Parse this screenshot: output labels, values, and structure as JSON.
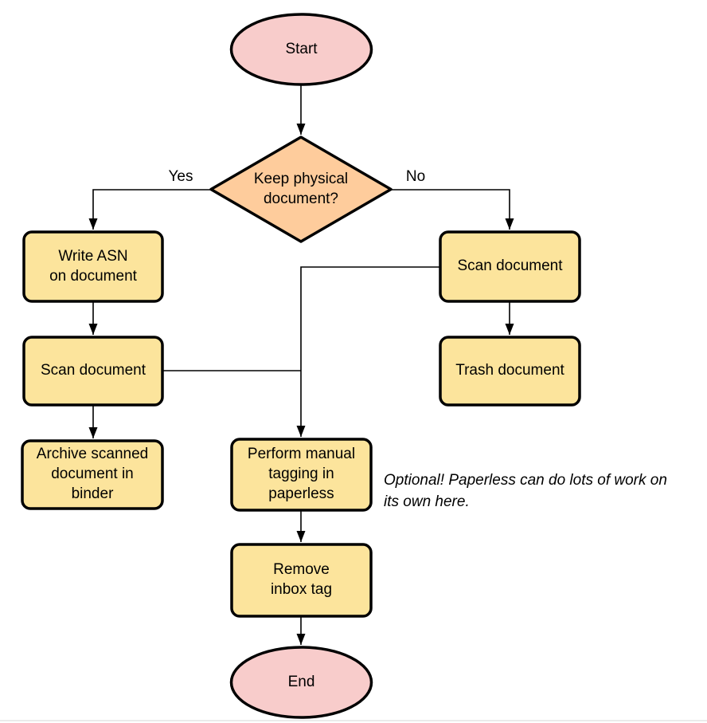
{
  "diagram": {
    "type": "flowchart",
    "nodes": {
      "start": {
        "label": "Start",
        "shape": "terminator"
      },
      "decision": {
        "label": "Keep physical\ndocument?",
        "shape": "decision"
      },
      "write_asn": {
        "label": "Write ASN\non document",
        "shape": "process"
      },
      "scan_left": {
        "label": "Scan document",
        "shape": "process"
      },
      "archive": {
        "label": "Archive scanned\ndocument in\nbinder",
        "shape": "process"
      },
      "scan_right": {
        "label": "Scan document",
        "shape": "process"
      },
      "trash": {
        "label": "Trash document",
        "shape": "process"
      },
      "tagging": {
        "label": "Perform manual\ntagging in\npaperless",
        "shape": "process"
      },
      "remove_tag": {
        "label": "Remove\ninbox tag",
        "shape": "process"
      },
      "end": {
        "label": "End",
        "shape": "terminator"
      }
    },
    "edge_labels": {
      "yes": "Yes",
      "no": "No"
    },
    "note": "Optional! Paperless can do lots of work on\nits own here.",
    "colors": {
      "terminator_fill": "#F8CCCB",
      "decision_fill": "#FECC9C",
      "process_fill": "#FCE49C",
      "stroke": "#000000",
      "edge": "#000000"
    }
  }
}
